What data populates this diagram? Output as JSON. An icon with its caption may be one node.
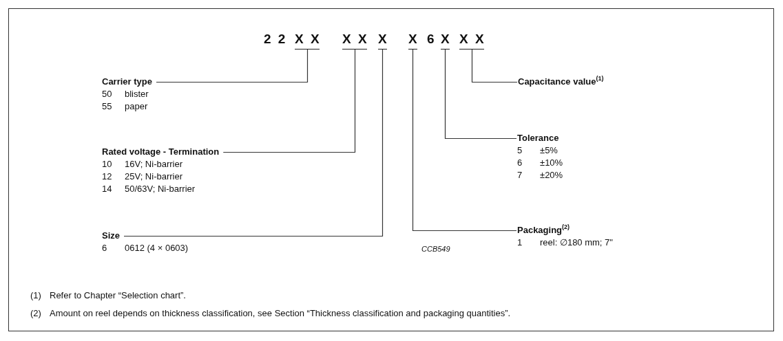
{
  "diagram": {
    "nodes": [
      {
        "text": [
          "X X"
        ]
      },
      {
        "text": [
          "X X"
        ]
      },
      {
        "text": [
          "X"
        ]
      },
      {
        "text": [
          "X"
        ]
      },
      {
        "text": [
          "X"
        ]
      },
      {
        "text": [
          "X X"
        ]
      },
      {
        "text": [
          "Carrier type",
          "50",
          "blister",
          "55",
          "paper"
        ]
      },
      {
        "text": [
          "Rated voltage - Termination",
          "10",
          "16V; Ni-barrier",
          "12",
          "25V; Ni-barrier",
          "14",
          "50/63V; Ni-barrier"
        ]
      },
      {
        "text": [
          "Size",
          "6",
          "0612 (4 × 0603)"
        ]
      },
      {
        "text": [
          "Capacitance value$^{(1)}$"
        ]
      },
      {
        "text": [
          "Tolerance",
          "5",
          "±5%",
          "6",
          "±10%",
          "7",
          "±20%"
        ]
      },
      {
        "text": [
          "Packaging$^{(2)}$",
          "1",
          "reel: ∅180 mm; 7\""
        ]
      }
    ],
    "edges": [
      {
        "from": 6,
        "to": 0,
        "arrow": "none"
      },
      {
        "from": 7,
        "to": 1,
        "arrow": "none"
      },
      {
        "from": 8,
        "to": 2,
        "arrow": "none"
      },
      {
        "from": 11,
        "to": 3,
        "arrow": "none"
      },
      {
        "from": 10,
        "to": 4,
        "arrow": "none"
      },
      {
        "from": 9,
        "to": 5,
        "arrow": "none"
      }
    ],
    "labels": [
      "2 2",
      "6",
      "CCB549",
      "(1)",
      "Refer to Chapter “Selection chart”.",
      "(2)",
      "Amount on reel depends on thickness classification, see Section “Thickness classification and packaging quantities”."
    ]
  }
}
